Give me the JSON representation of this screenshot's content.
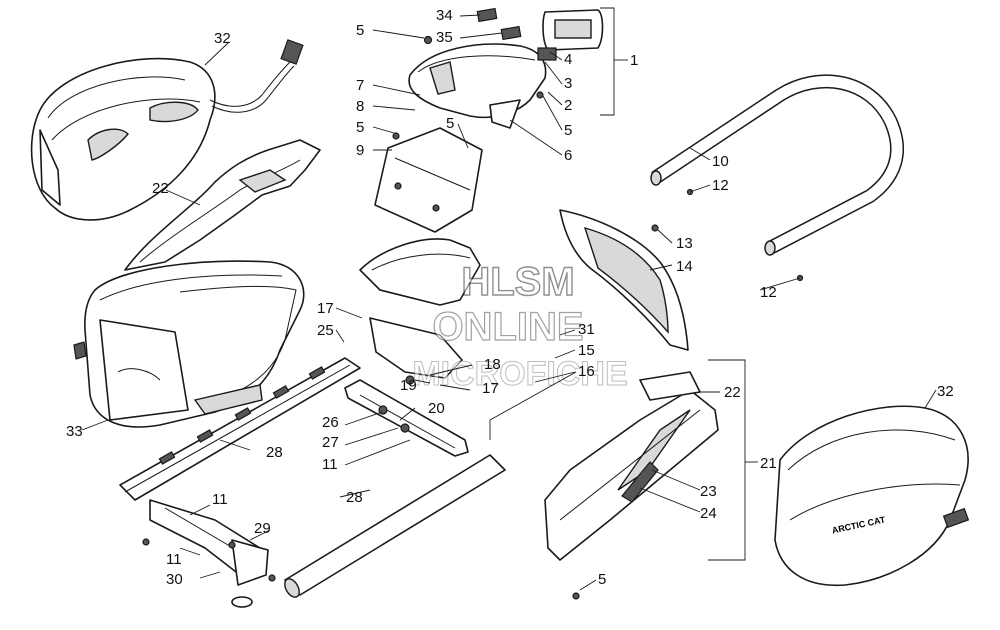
{
  "watermark": {
    "line1": "HLSM",
    "line2": "ONLINE",
    "line3": "MICROFICHE"
  },
  "callouts": {
    "c1": "1",
    "c2": "2",
    "c3": "3",
    "c4": "4",
    "c5a": "5",
    "c5b": "5",
    "c5c": "5",
    "c5d": "5",
    "c5e": "5",
    "c6": "6",
    "c7": "7",
    "c8": "8",
    "c9": "9",
    "c10": "10",
    "c11a": "11",
    "c11b": "11",
    "c11c": "11",
    "c12a": "12",
    "c12b": "12",
    "c13": "13",
    "c14": "14",
    "c15": "15",
    "c16": "16",
    "c17a": "17",
    "c17b": "17",
    "c18": "18",
    "c19": "19",
    "c20": "20",
    "c21": "21",
    "c22a": "22",
    "c22b": "22",
    "c23": "23",
    "c24": "24",
    "c25": "25",
    "c26": "26",
    "c27": "27",
    "c28a": "28",
    "c28b": "28",
    "c29": "29",
    "c30": "30",
    "c31": "31",
    "c32a": "32",
    "c32b": "32",
    "c33": "33",
    "c34": "34",
    "c35": "35"
  },
  "bag_logo": "ARCTIC CAT"
}
